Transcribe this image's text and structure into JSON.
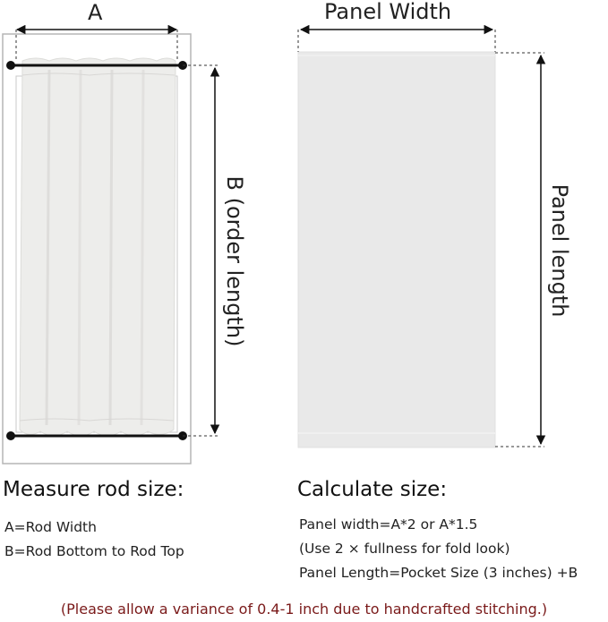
{
  "diagram": {
    "label_a": "A",
    "label_b": "B (order length)",
    "label_panel_width": "Panel Width",
    "label_panel_length": "Panel length"
  },
  "measure": {
    "heading": "Measure rod size:",
    "lines": [
      "A=Rod Width",
      "B=Rod Bottom to Rod Top"
    ]
  },
  "calculate": {
    "heading": "Calculate size:",
    "lines": [
      "Panel width=A*2 or A*1.5",
      "(Use 2 × fullness for fold look)",
      "Panel Length=Pocket Size (3 inches) +B"
    ]
  },
  "note": "(Please allow a variance of 0.4-1 inch due to handcrafted stitching.)",
  "colors": {
    "curtain": "#ececea",
    "panel": "#e9e9e9",
    "rod": "#111111",
    "note": "#7a1a1a"
  }
}
